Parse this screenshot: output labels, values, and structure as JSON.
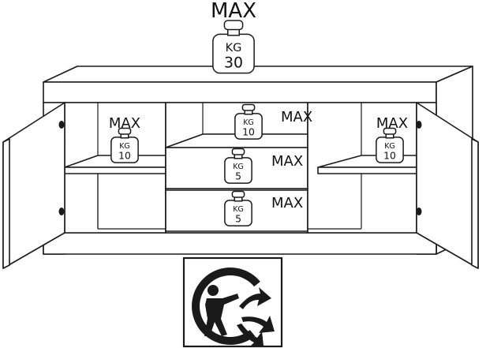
{
  "weights": {
    "top": {
      "max": "MAX",
      "unit": "KG",
      "value": "30"
    },
    "left_shelf": {
      "max": "MAX",
      "unit": "KG",
      "value": "10"
    },
    "center_shelf": {
      "max": "MAX",
      "unit": "KG",
      "value": "10"
    },
    "right_shelf": {
      "max": "MAX",
      "unit": "KG",
      "value": "10"
    },
    "drawer_top": {
      "max": "MAX",
      "unit": "KG",
      "value": "5"
    },
    "drawer_bottom": {
      "max": "MAX",
      "unit": "KG",
      "value": "5"
    }
  },
  "symbols": {
    "recycling": "triman-recycling-icon"
  },
  "colors": {
    "line": "#1a1a1a",
    "background": "#ffffff"
  }
}
